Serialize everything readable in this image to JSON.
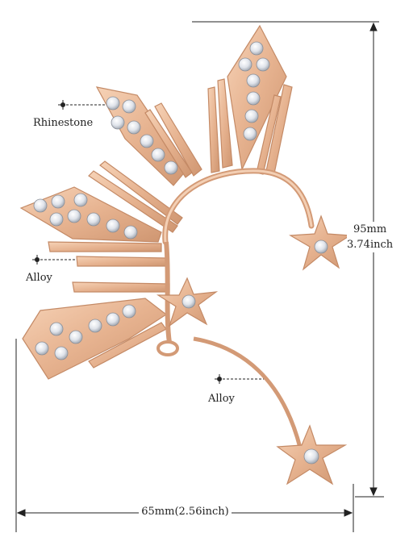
{
  "callouts": {
    "rhinestone": "Rhinestone",
    "alloy_left": "Alloy",
    "alloy_chain": "Alloy"
  },
  "dimensions": {
    "width": "65mm(2.56inch)",
    "height_mm": "95mm",
    "height_inch": "3.74inch"
  },
  "colors": {
    "gold": "#e8b896",
    "gold_dark": "#c98f6c",
    "stone": "#eef0f4",
    "line": "#222222"
  }
}
